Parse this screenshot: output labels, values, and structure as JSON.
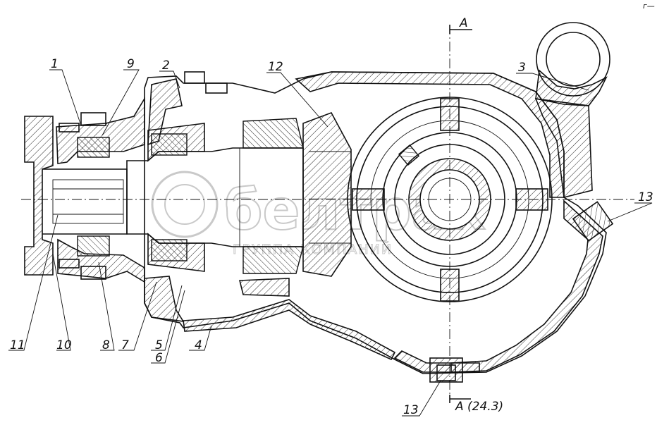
{
  "drawing": {
    "labels": [
      {
        "id": "1",
        "text": "1"
      },
      {
        "id": "2",
        "text": "2"
      },
      {
        "id": "3",
        "text": "3"
      },
      {
        "id": "4",
        "text": "4"
      },
      {
        "id": "5",
        "text": "5"
      },
      {
        "id": "6",
        "text": "6"
      },
      {
        "id": "7",
        "text": "7"
      },
      {
        "id": "8",
        "text": "8"
      },
      {
        "id": "9",
        "text": "9"
      },
      {
        "id": "10",
        "text": "10"
      },
      {
        "id": "11",
        "text": "11"
      },
      {
        "id": "12",
        "text": "12"
      },
      {
        "id": "13a",
        "text": "13"
      },
      {
        "id": "13b",
        "text": "13"
      }
    ],
    "section_top": "A",
    "section_bottom": "A (24.3)",
    "watermark_main": "белтрак",
    "watermark_sub": "ГРУППА КОМПАНИЙ",
    "corner_mark": "г—"
  }
}
